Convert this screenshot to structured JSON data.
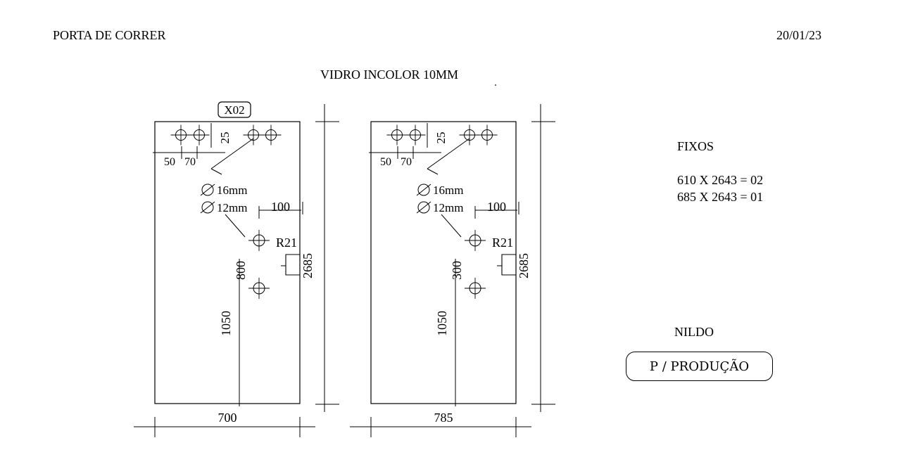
{
  "header": {
    "title": "PORTA DE CORRER",
    "date": "20/01/23"
  },
  "material": "VIDRO INCOLOR 10MM",
  "piece_tag": "X02",
  "fixos": {
    "title": "FIXOS",
    "lines": [
      "610 X 2643 = 02",
      "685 X 2643 = 01"
    ]
  },
  "person": "NILDO",
  "status": "P / PRODUÇÃO",
  "panels": [
    {
      "width_label": "700",
      "height_label": "2685",
      "hole_offsets": [
        "50",
        "70"
      ],
      "top_offset": "25",
      "hole_diameters": [
        "16mm",
        "12mm"
      ],
      "edge_offset": "100",
      "radius": "R21",
      "handle_spacing": "800",
      "handle_height": "1050"
    },
    {
      "width_label": "785",
      "height_label": "2685",
      "hole_offsets": [
        "50",
        "70"
      ],
      "top_offset": "25",
      "hole_diameters": [
        "16mm",
        "12mm"
      ],
      "edge_offset": "100",
      "radius": "R21",
      "handle_spacing": "300",
      "handle_height": "1050"
    }
  ]
}
